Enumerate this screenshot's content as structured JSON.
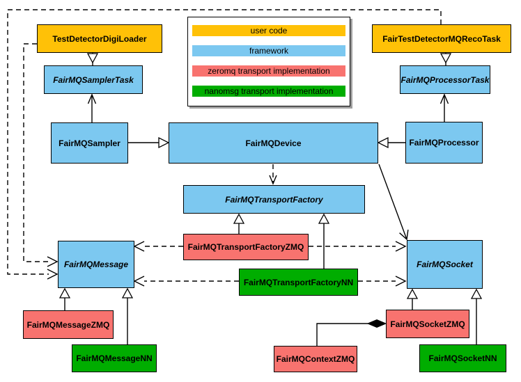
{
  "colors": {
    "user-code": "#FFC107",
    "framework": "#7CC8F0",
    "zeromq": "#F8736F",
    "nanomsg": "#00AD00",
    "background": "#FFFFFF",
    "line": "#000000",
    "legend-shadow": "#9E9E9E"
  },
  "legend": {
    "items": [
      {
        "label": "user code",
        "type": "user-code"
      },
      {
        "label": "framework",
        "type": "framework"
      },
      {
        "label": "zeromq transport implementation",
        "type": "zeromq"
      },
      {
        "label": "nanomsg transport implementation",
        "type": "nanomsg"
      }
    ]
  },
  "nodes": {
    "testDetectorDigiLoader": {
      "label": "TestDetectorDigiLoader",
      "type": "user-code",
      "abstract": false
    },
    "fairTestDetectorMQRecoTask": {
      "label": "FairTestDetectorMQRecoTask",
      "type": "user-code",
      "abstract": false
    },
    "fairMQSamplerTask": {
      "label": "FairMQSamplerTask",
      "type": "framework",
      "abstract": true
    },
    "fairMQProcessorTask": {
      "label": "FairMQProcessorTask",
      "type": "framework",
      "abstract": true
    },
    "fairMQSampler": {
      "label": "FairMQSampler",
      "type": "framework",
      "abstract": false
    },
    "fairMQDevice": {
      "label": "FairMQDevice",
      "type": "framework",
      "abstract": false
    },
    "fairMQProcessor": {
      "label": "FairMQProcessor",
      "type": "framework",
      "abstract": false
    },
    "fairMQTransportFactory": {
      "label": "FairMQTransportFactory",
      "type": "framework",
      "abstract": true
    },
    "fairMQMessage": {
      "label": "FairMQMessage",
      "type": "framework",
      "abstract": true
    },
    "fairMQSocket": {
      "label": "FairMQSocket",
      "type": "framework",
      "abstract": true
    },
    "fairMQTransportFactoryZMQ": {
      "label": "FairMQTransportFactoryZMQ",
      "type": "zeromq",
      "abstract": false
    },
    "fairMQTransportFactoryNN": {
      "label": "FairMQTransportFactoryNN",
      "type": "nanomsg",
      "abstract": false
    },
    "fairMQMessageZMQ": {
      "label": "FairMQMessageZMQ",
      "type": "zeromq",
      "abstract": false
    },
    "fairMQMessageNN": {
      "label": "FairMQMessageNN",
      "type": "nanomsg",
      "abstract": false
    },
    "fairMQContextZMQ": {
      "label": "FairMQContextZMQ",
      "type": "zeromq",
      "abstract": false
    },
    "fairMQSocketZMQ": {
      "label": "FairMQSocketZMQ",
      "type": "zeromq",
      "abstract": false
    },
    "fairMQSocketNN": {
      "label": "FairMQSocketNN",
      "type": "nanomsg",
      "abstract": false
    }
  }
}
